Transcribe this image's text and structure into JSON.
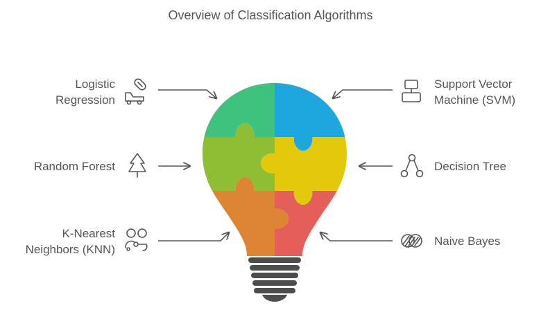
{
  "title": "Overview of Classification Algorithms",
  "algorithms": {
    "logistic_regression": {
      "line1": "Logistic",
      "line2": "Regression",
      "icon": "truck-pill-icon"
    },
    "random_forest": {
      "line1": "Random Forest",
      "icon": "pine-tree-icon"
    },
    "knn": {
      "line1": "K-Nearest",
      "line2": "Neighbors (KNN)",
      "icon": "people-network-icon"
    },
    "svm": {
      "line1": "Support Vector",
      "line2": "Machine (SVM)",
      "icon": "flowchart-icon"
    },
    "decision_tree": {
      "line1": "Decision Tree",
      "icon": "tree-nodes-icon"
    },
    "naive_bayes": {
      "line1": "Naive Bayes",
      "icon": "overlapping-circles-icon"
    }
  },
  "colors": {
    "green": "#3fc27d",
    "blue": "#1ea7de",
    "lime": "#8fbe35",
    "yellow": "#e3c90c",
    "orange": "#de8534",
    "red": "#e45e5a",
    "base": "#4d4d4d",
    "text": "#555555"
  }
}
